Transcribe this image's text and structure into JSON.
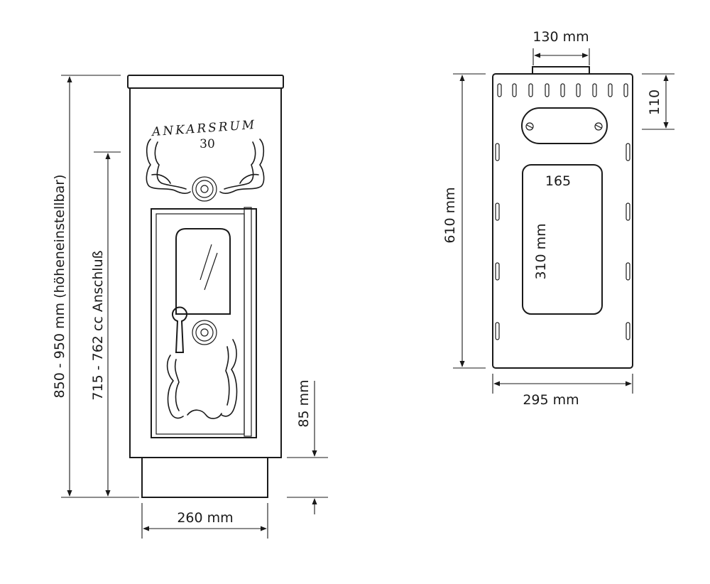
{
  "front_view": {
    "brand_text": "ANKARSRUM",
    "model_text": "30",
    "dimensions": {
      "total_height": "850 - 950 mm (höheneinstellbar)",
      "connection_height": "715 - 762 cc Anschluß",
      "base_height": "85 mm",
      "width": "260 mm"
    }
  },
  "top_view": {
    "dimensions": {
      "flue_width": "130 mm",
      "flue_offset": "110",
      "depth": "610 mm",
      "width": "295 mm",
      "plate_width": "165",
      "plate_length": "310 mm"
    }
  }
}
